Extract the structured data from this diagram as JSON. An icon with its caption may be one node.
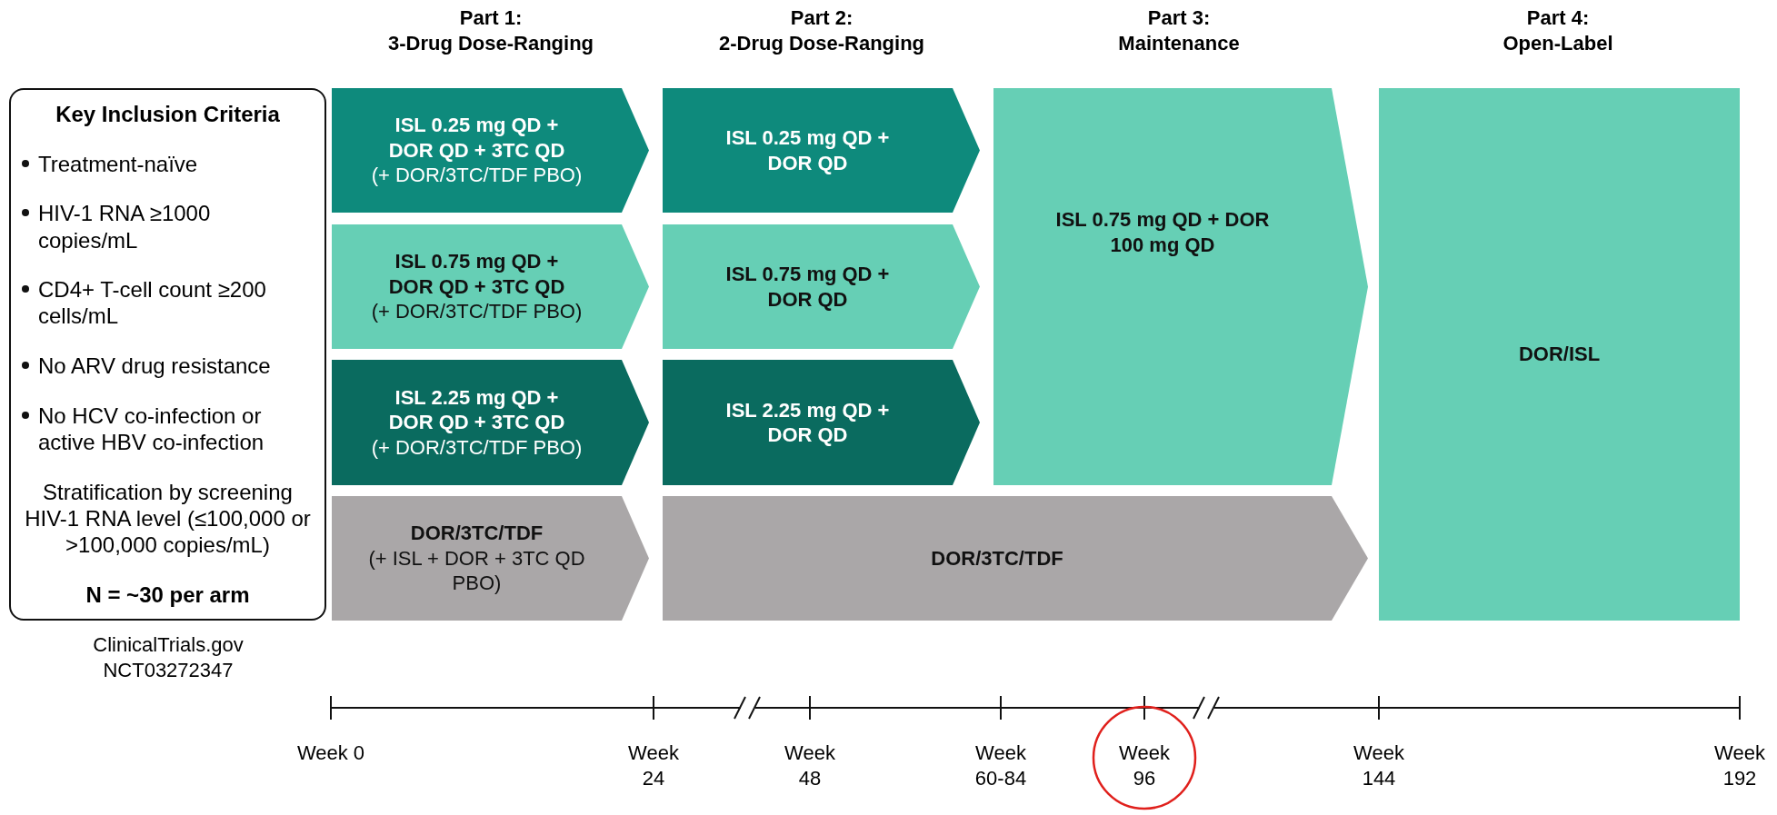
{
  "diagram": {
    "nodes": [
      {
        "text": [
          "Key Inclusion Criteria",
          "Treatment-naïve",
          "HIV-1 RNA ≥1000 copies/mL",
          "CD4+ T-cell count ≥200 cells/mL",
          "No ARV drug resistance",
          "No HCV co-infection or active HBV co-infection",
          "Stratification by screening HIV-1 RNA level (≤100,000 or >100,000 copies/mL)",
          "N = ~30 per arm"
        ]
      },
      {
        "text": [
          "ISL 0.25 mg QD + DOR QD + 3TC QD",
          "(+ DOR/3TC/TDF PBO)"
        ]
      },
      {
        "text": [
          "ISL 0.25 mg QD + DOR QD"
        ]
      },
      {
        "text": [
          "ISL 0.75 mg QD + DOR 100 mg QD"
        ]
      },
      {
        "text": [
          "DOR/ISL"
        ]
      },
      {
        "text": [
          "ISL 0.75 mg QD + DOR QD + 3TC QD",
          "(+ DOR/3TC/TDF PBO)"
        ]
      },
      {
        "text": [
          "ISL 0.75 mg QD + DOR QD"
        ]
      },
      {
        "text": [
          "ISL 2.25 mg QD + DOR QD + 3TC QD",
          "(+ DOR/3TC/TDF PBO)"
        ]
      },
      {
        "text": [
          "ISL 2.25 mg QD + DOR QD"
        ]
      },
      {
        "text": [
          "DOR/3TC/TDF",
          "(+ ISL + DOR + 3TC QD PBO)"
        ]
      },
      {
        "text": [
          "DOR/3TC/TDF"
        ]
      }
    ],
    "labels": [
      "Part 1:",
      "3-Drug Dose-Ranging",
      "Part 2:",
      "2-Drug Dose-Ranging",
      "Part 3:",
      "Maintenance",
      "Part 4:",
      "Open-Label",
      "ClinicalTrials.gov",
      "NCT03272347",
      "Week 0",
      "Week 24",
      "Week 48",
      "Week 60-84",
      "Week 96",
      "Week 144",
      "Week 192"
    ]
  }
}
